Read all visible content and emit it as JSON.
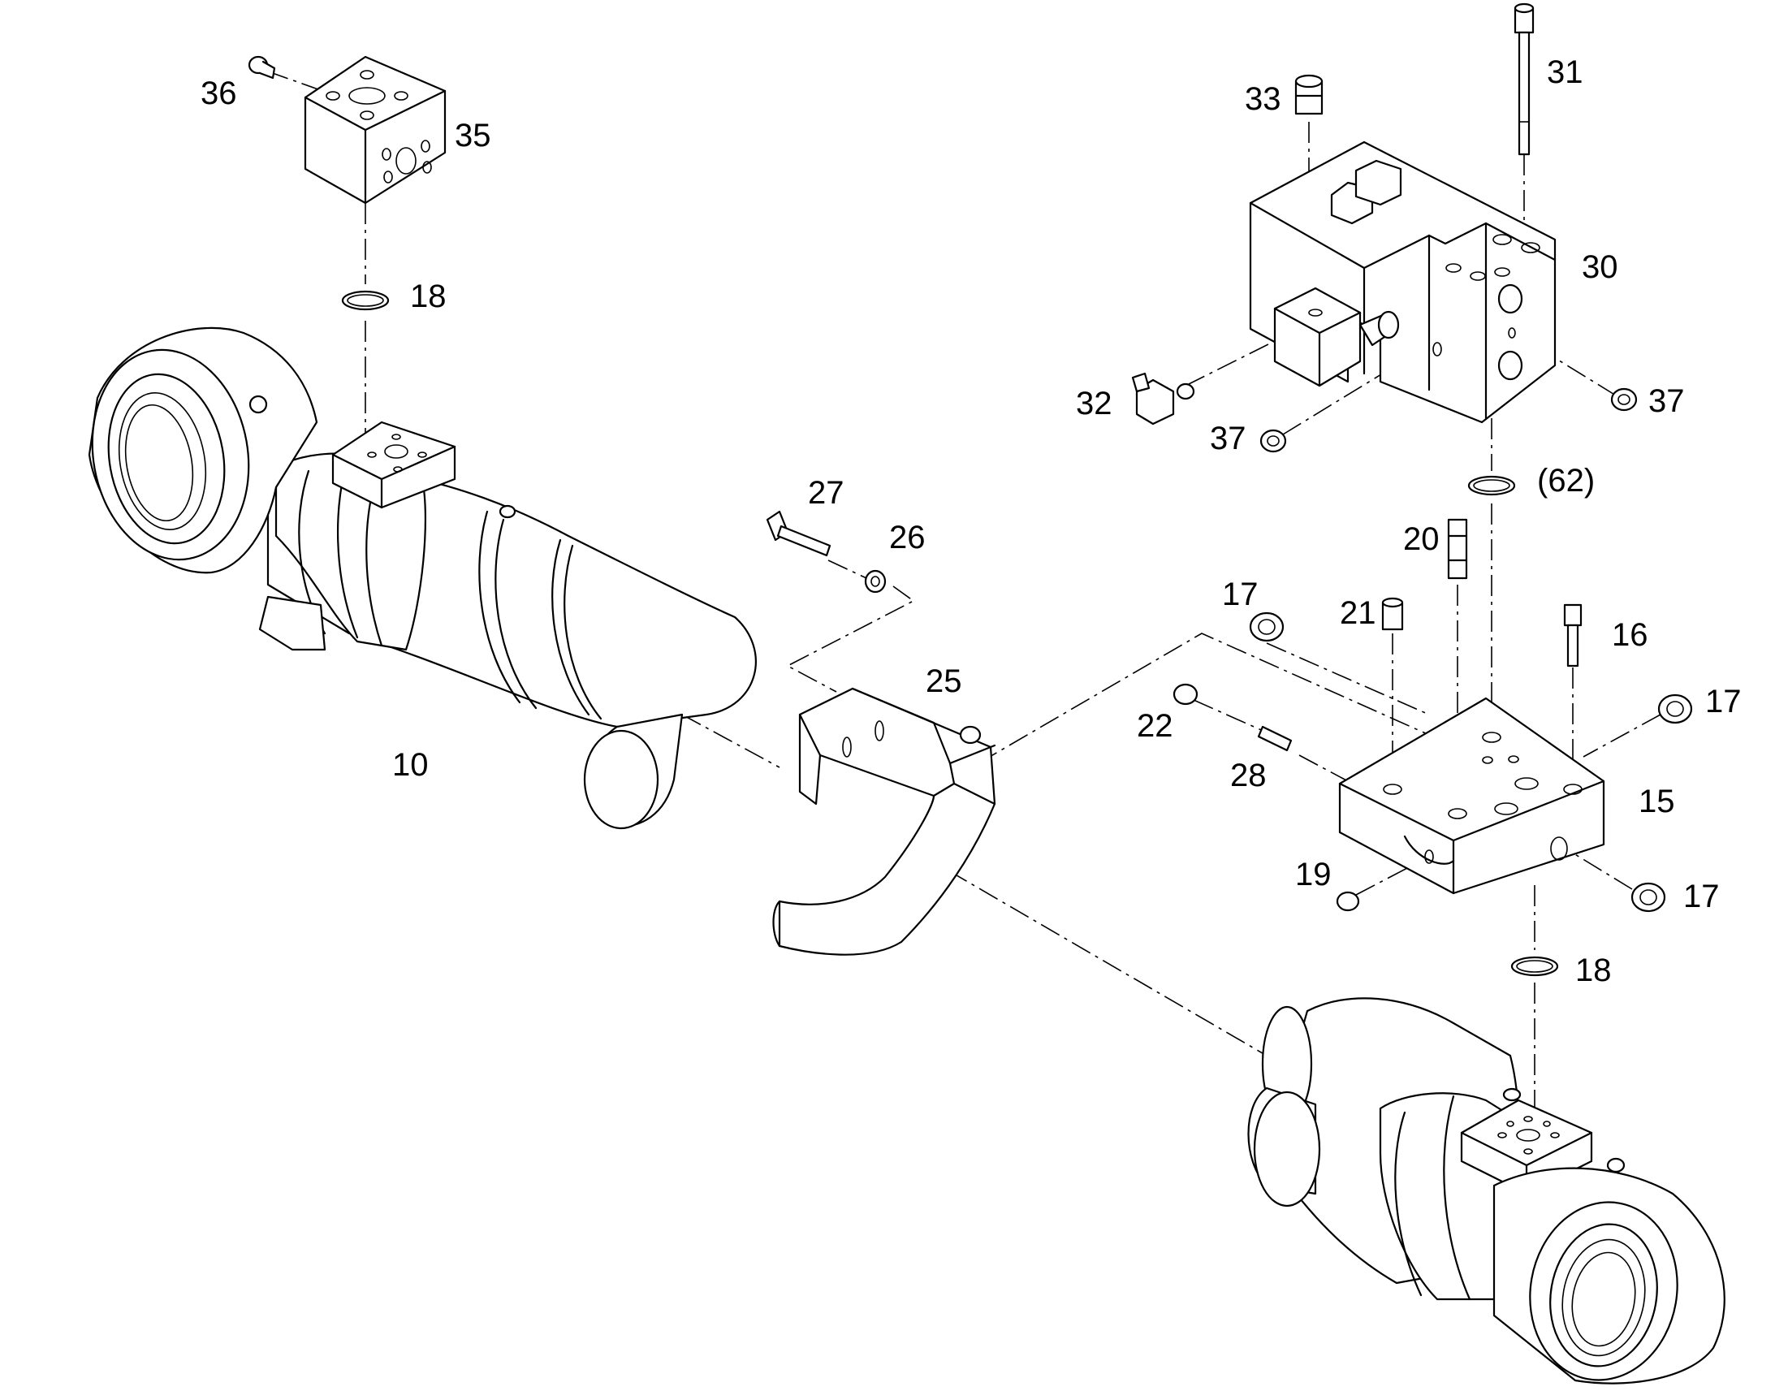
{
  "diagram": {
    "labels": {
      "p10": "10",
      "p15": "15",
      "p16": "16",
      "p17a": "17",
      "p17b": "17",
      "p17c": "17",
      "p18a": "18",
      "p18b": "18",
      "p19": "19",
      "p20": "20",
      "p21": "21",
      "p22": "22",
      "p25": "25",
      "p26": "26",
      "p27": "27",
      "p28": "28",
      "p30": "30",
      "p31": "31",
      "p32": "32",
      "p33": "33",
      "p35": "35",
      "p36": "36",
      "p37a": "37",
      "p37b": "37",
      "p62": "(62)"
    }
  }
}
